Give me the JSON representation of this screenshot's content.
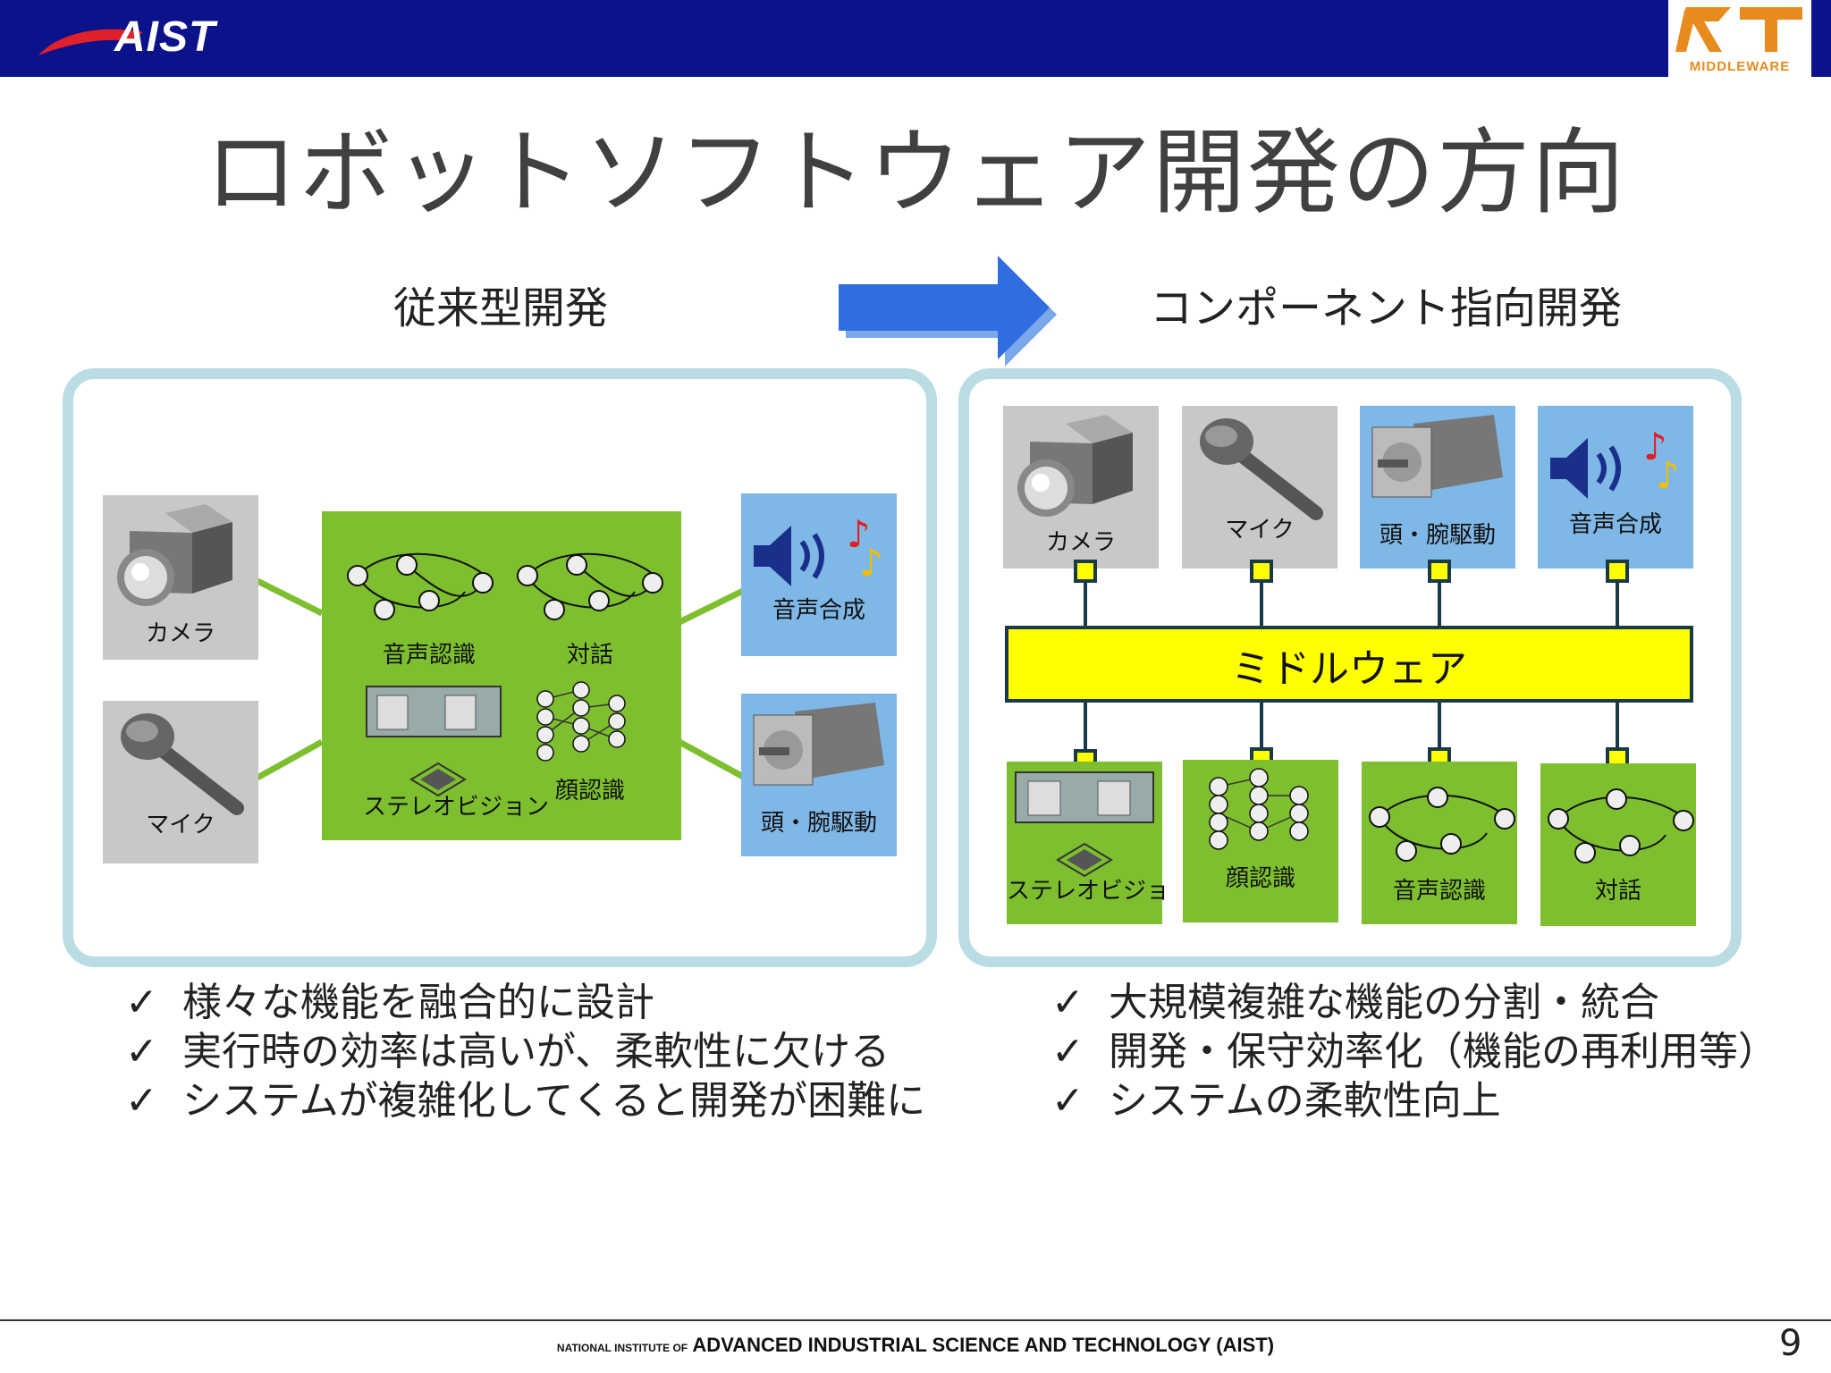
{
  "header": {
    "logo_text": "AIST",
    "rt_logo_text": "RT",
    "rt_logo_sub": "MIDDLEWARE"
  },
  "title": "ロボットソフトウェア開発の方向",
  "left": {
    "subhead": "従来型開発",
    "tiles": {
      "camera": "カメラ",
      "mic": "マイク",
      "speech_synth": "音声合成",
      "head_arm": "頭・腕駆動",
      "speech_recog": "音声認識",
      "dialog": "対話",
      "stereo": "ステレオビジョン",
      "face": "顔認識"
    },
    "bullets": [
      "様々な機能を融合的に設計",
      "実行時の効率は高いが、柔軟性に欠ける",
      "システムが複雑化してくると開発が困難に"
    ]
  },
  "right": {
    "subhead": "コンポーネント指向開発",
    "top_tiles": [
      "カメラ",
      "マイク",
      "頭・腕駆動",
      "音声合成"
    ],
    "middleware": "ミドルウェア",
    "bottom_tiles": [
      "ステレオビジョ",
      "顔認識",
      "音声認識",
      "対話"
    ],
    "bullets": [
      "大規模複雑な機能の分割・統合",
      "開発・保守効率化（機能の再利用等）",
      "システムの柔軟性向上"
    ]
  },
  "check_mark": "✓",
  "footer": {
    "prefix": "NATIONAL INSTITUTE OF",
    "text": "ADVANCED INDUSTRIAL SCIENCE AND TECHNOLOGY (AIST)",
    "page": "9"
  },
  "colors": {
    "header": "#0b128a",
    "panel_border": "#b9dde2",
    "green": "#7dbf2e",
    "blue": "#7fb7e6",
    "gray": "#c8c8c8",
    "middleware": "#ffff00",
    "arrow": "#2f6de0"
  }
}
